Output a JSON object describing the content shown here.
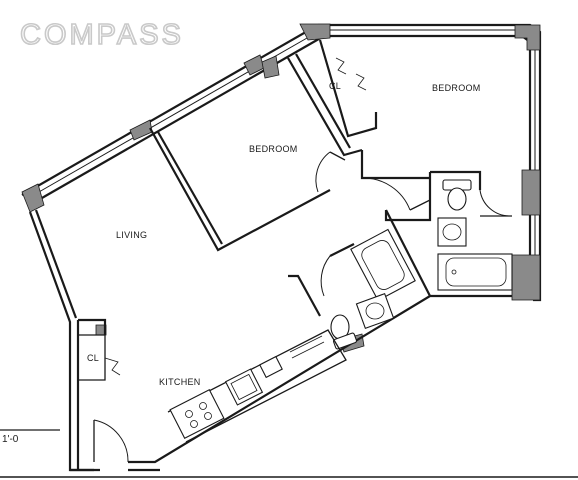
{
  "logo": {
    "text": "COMPASS"
  },
  "rooms": {
    "bedroom_1": "BEDROOM",
    "bedroom_2": "BEDROOM",
    "closet_1": "CL",
    "closet_2": "CL",
    "living": "LIVING",
    "kitchen": "KITCHEN"
  },
  "scale_label": "1'-0"
}
